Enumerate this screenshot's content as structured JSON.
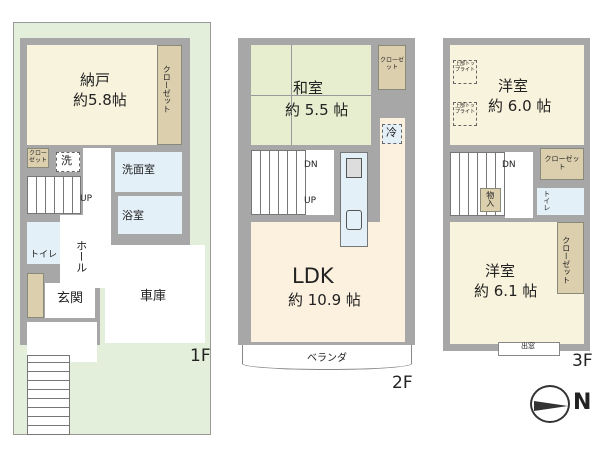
{
  "floors": [
    {
      "label": "1F",
      "rooms": {
        "storage": "納戸",
        "storage_size": "約5.8帖",
        "closet": "クローゼット",
        "small_closet": "クローゼット",
        "laundry": "洗",
        "washroom": "洗面室",
        "bath": "浴室",
        "stairs_up": "UP",
        "toilet": "トイレ",
        "hall": "ホール",
        "entrance": "玄関",
        "garage": "車庫"
      }
    },
    {
      "label": "2F",
      "rooms": {
        "japanese": "和室",
        "japanese_size": "約 5.5 帖",
        "closet": "クローゼット",
        "fridge": "冷",
        "stairs_dn": "DN",
        "stairs_up": "UP",
        "ldk": "LDK",
        "ldk_size": "約 10.9 帖",
        "balcony": "ベランダ"
      }
    },
    {
      "label": "3F",
      "rooms": {
        "western1": "洋室",
        "western1_size": "約 6.0 帖",
        "skylight": "上部トップライト",
        "stairs_dn": "DN",
        "closet1": "クローゼット",
        "storage": "物入",
        "toilet": "トイレ",
        "western2": "洋室",
        "western2_size": "約 6.1 帖",
        "closet2": "クローゼット",
        "bay_window": "出窓"
      }
    }
  ],
  "compass": {
    "north_label": "N"
  }
}
